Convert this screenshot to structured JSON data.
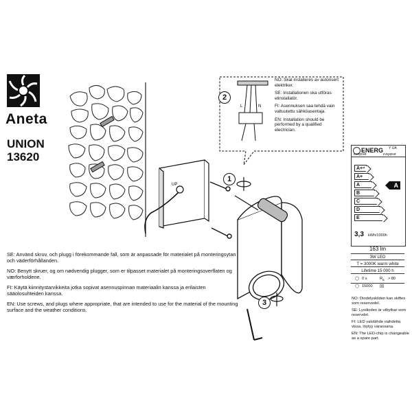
{
  "brand": "Aneta",
  "model_name": "UNION",
  "model_number": "13620",
  "steps": [
    "1",
    "2",
    "3"
  ],
  "mount_label": "UP",
  "wire_labels": {
    "L": "L",
    "N": "N"
  },
  "bubble_notes": [
    "NO: Skal installeres av autorisert elektriker.",
    "SE: Installationen ska utföras elinstallatör.",
    "FI: Asennuksen saa tehdä vain valtuutettu sähköasentaja.",
    "EN: Installation should be performed by a qualified electrician."
  ],
  "mounting_notes": [
    "SE: Använd skruv, och plugg i förekommande fall, som är anpassade för materialet på monteringsytan och väderförhållanden.",
    "NO: Benytt skruer, og om nødvendig plugger, som er tilpasset materialet på monteringsoverflaten og værforholdene.",
    "FI: Käytä kiinnitystarvikkeita jotka sopivat asennuspinnan materiaalin kanssa ja erilaisten sääolosuhteiden kanssa.",
    "EN: Use screws, and plugs where appropriate, that are intended to use for the material of the mounting surface and the weather conditions."
  ],
  "energy_label": {
    "header": "ENERG",
    "header_sub_left": "енергия",
    "header_sub_right": "ενεργεια",
    "header_right_top": "Y IJA",
    "classes": [
      "A++",
      "A+",
      "A",
      "B",
      "C",
      "D",
      "E"
    ],
    "current_class": "A",
    "consumption_value": "3,3",
    "consumption_unit": "kWh/1000h"
  },
  "specs": {
    "lumen": "163 lm",
    "power": "3W LED",
    "color_temp": "T = 3000K warm white",
    "lifetime": "Lifetime 15 000 h",
    "warmup": "0 s",
    "ra": "> 80",
    "switch_cycles": "15000"
  },
  "led_notes": [
    "NO: Diodelyskilden kan skiftes som reservedel.",
    "SE: Lysdioden är utbytbar som reservdel.",
    "FI: LED valolähde vaihdetta vissa, löytyy varaosana.",
    "EN: The LED-chip is changeable as a spare part."
  ],
  "colors": {
    "ink": "#111111",
    "stone": "#ffffff",
    "grey": "#888888"
  }
}
